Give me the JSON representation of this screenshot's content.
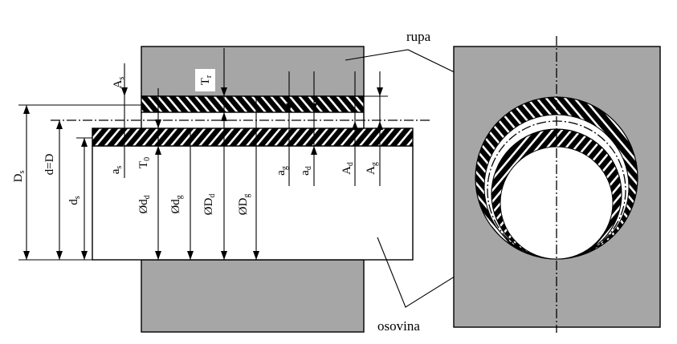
{
  "colors": {
    "part_fill": "#a6a6a6",
    "hatch_dark": "#000000",
    "background": "#ffffff"
  },
  "callouts": {
    "hole": "rupa",
    "shaft": "osovina"
  },
  "labels": {
    "Ds": {
      "main": "D",
      "sub": "s"
    },
    "dD": {
      "main": "d=D",
      "sub": ""
    },
    "ds": {
      "main": "d",
      "sub": "s"
    },
    "As": {
      "main": "A",
      "sub": "s"
    },
    "as": {
      "main": "a",
      "sub": "s"
    },
    "T0": {
      "main": "T",
      "sub": "0"
    },
    "Tr": {
      "main": "T",
      "sub": "r"
    },
    "Odd": {
      "main": "Ød",
      "sub": "d"
    },
    "Odg": {
      "main": "Ød",
      "sub": "g"
    },
    "ODd": {
      "main": "ØD",
      "sub": "d"
    },
    "ODg": {
      "main": "ØD",
      "sub": "g"
    },
    "ag": {
      "main": "a",
      "sub": "g"
    },
    "ad": {
      "main": "a",
      "sub": "d"
    },
    "Ad": {
      "main": "A",
      "sub": "d"
    },
    "Ag": {
      "main": "A",
      "sub": "g"
    }
  }
}
